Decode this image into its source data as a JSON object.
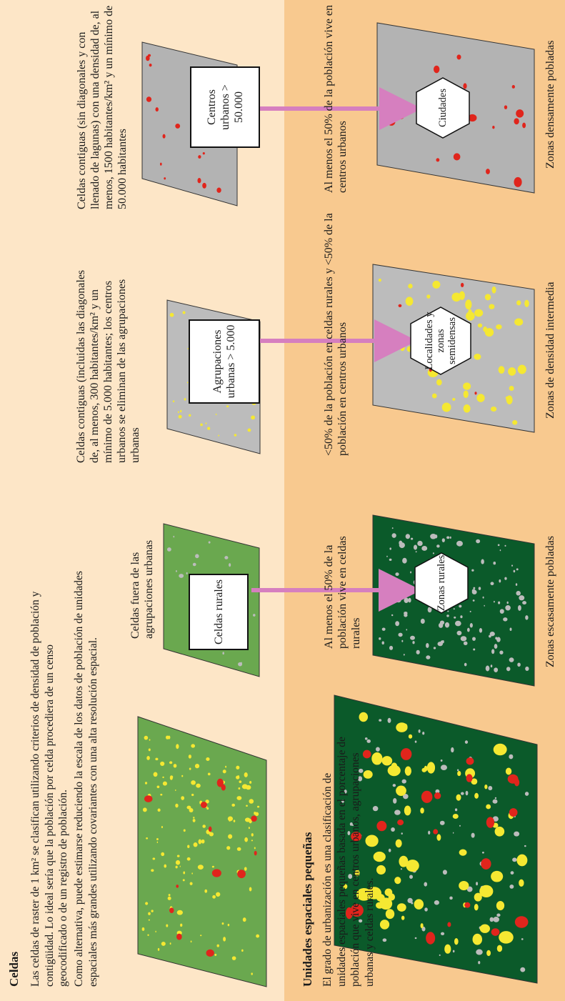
{
  "celdas": {
    "title": "Celdas",
    "p1": "Las celdas de raster de 1 km² se clasifican utilizando criterios de densidad de población y contigüidad. Lo ideal sería que la población por celda procediera de un censo geocodificado o de un registro de población.",
    "p2": "Como alternativa, puede estimarse reduciendo la escala de los datos de población de unidades espaciales más grandes utilizando covariantes con una alta resolución espacial."
  },
  "small_units": {
    "title": "Unidades espaciales pequeñas",
    "text": "El grado de urbanización es una clasificación de unidades espaciales pequeñas basada en el porcentaje de población que vive en centros urbanos, agrupaciones urbanas y celdas rurales."
  },
  "col_rural": {
    "caption_top": "Celdas fuera de las agrupaciones urbanas",
    "box": "Celdas rurales",
    "caption_bottom": "Al menos el 50% de la población vive en celdas rurales",
    "hex": "Zonas rurales",
    "footer": "Zonas escasamente pobladas"
  },
  "col_cluster": {
    "caption_top": "Celdas contiguas (incluidas las diagonales de, al menos, 300 habitantes/km² y un mínimo de 5.000 habitantes; los centros urbanos se eliminan de las agrupaciones urbanas",
    "box": "Agrupaciones urbanas > 5.000",
    "caption_bottom": "<50% de la población en celdas rurales y <50% de la población en centros urbanos",
    "hex": "Localidades y zonas semidensas",
    "footer": "Zonas de densidad intermedia"
  },
  "col_centre": {
    "caption_top": "Celdas contiguas (sin diagonales y con llenado de lagunas) con una densidad de, al menos, 1500 habitantes/km² y un mínimo de 50.000 habitantes",
    "box": "Centros urbanos > 50.000",
    "caption_bottom": "Al menos el 50% de la población vive en centros urbanos",
    "hex": "Ciudades",
    "footer": "Zonas densamente pobladas"
  },
  "colors": {
    "background_top": "#fde6c7",
    "background_bottom": "#f8c98f",
    "arrow": "#d67fbf",
    "urban_centre": "#e0251c",
    "urban_cluster": "#f5e832",
    "rural_grid": "#6aa84f",
    "rural_units": "#0b5a2a",
    "grey_map": "#bcbcbc"
  }
}
